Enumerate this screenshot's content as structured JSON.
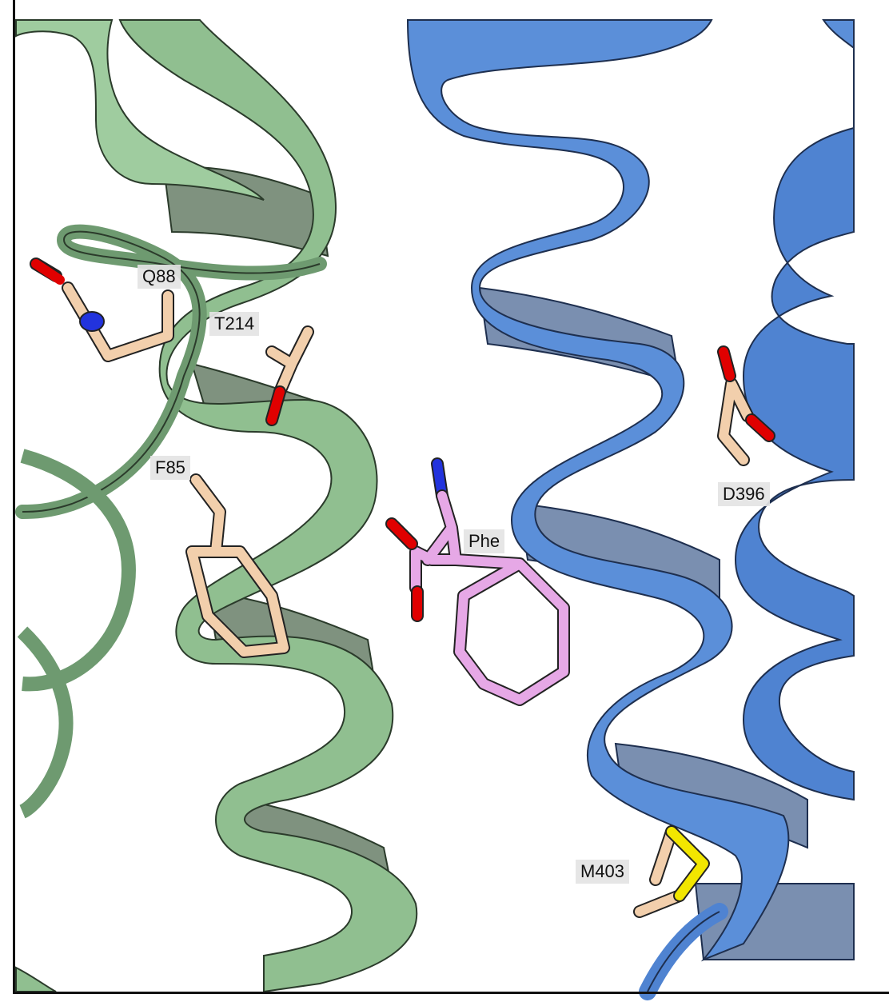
{
  "colors": {
    "green_helix": "#8fbf8f",
    "green_helix_dark": "#6e9a70",
    "green_helix_shadow": "#7f8f7f",
    "blue_helix": "#5b8fd9",
    "blue_helix_dark": "#3d6fc0",
    "blue_helix_shadow": "#7a8fb0",
    "carbon_residue": "#f2cfac",
    "carbon_ligand": "#e6a8e6",
    "oxygen": "#e00000",
    "nitrogen": "#2233dd",
    "sulfur": "#f2e600",
    "outline": "#222222"
  },
  "labels": {
    "q88": "Q88",
    "t214": "T214",
    "f85": "F85",
    "phe": "Phe",
    "d396": "D396",
    "m403": "M403"
  }
}
